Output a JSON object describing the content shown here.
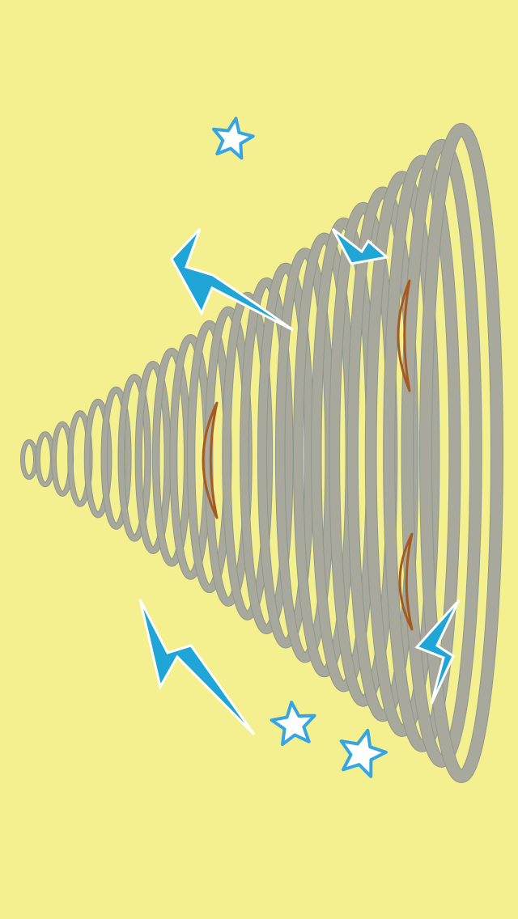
{
  "scene": {
    "background_color": "#F5F08F",
    "ring_color": "#A8A89C",
    "ring_outline_color": "#8E978E",
    "mark_color": "#A65A1E",
    "bolt_color": "#1FA6D6",
    "star_outline_color": "#36A5E3",
    "star_fill_color": "#FFFFFF",
    "elements": {
      "tornado": "tornado-spring",
      "eyes": "tornado-eye",
      "mouth": "tornado-mouth",
      "bolts": "lightning-bolt-icon",
      "stars": "star-icon"
    }
  }
}
